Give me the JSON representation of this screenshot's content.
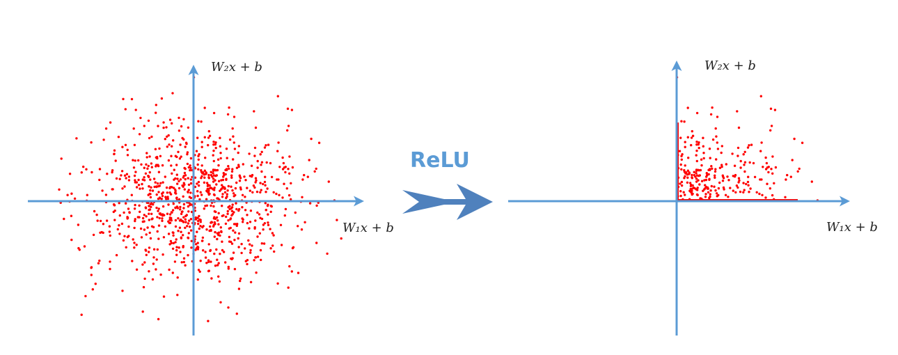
{
  "diagram": {
    "operation_label": "ReLU",
    "colors": {
      "axis": "#5b9bd5",
      "points": "#ff0000",
      "arrow": "#4f81bd",
      "label": "#5b9bd5"
    },
    "left_plot": {
      "x_axis_label": "W₁x + b",
      "y_axis_label": "W₂x + b"
    },
    "right_plot": {
      "x_axis_label": "W₁x + b",
      "y_axis_label": "W₂x + b"
    }
  }
}
